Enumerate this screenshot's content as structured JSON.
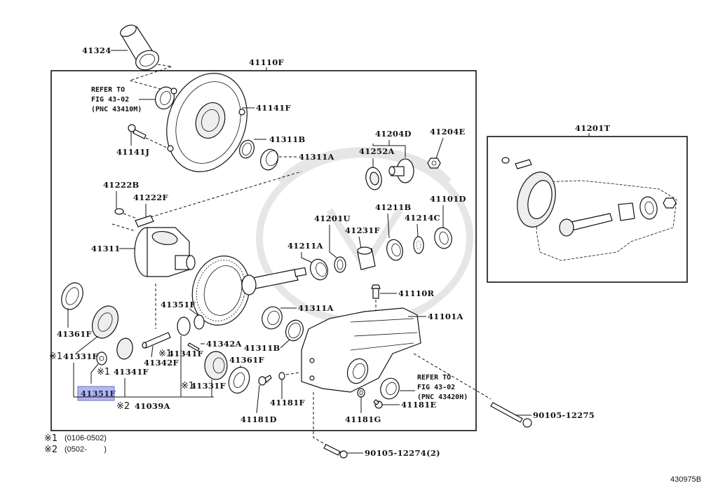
{
  "diagram": {
    "figure_code": "430975B",
    "highlight_color": "#9aa0e0",
    "assemblies": {
      "main_box": "41110F",
      "side_box": "41201T",
      "diff_kit": "41039A"
    },
    "labels": {
      "p41324": "41324",
      "p41141F": "41141F",
      "p41141J": "41141J",
      "p41311B_top": "41311B",
      "p41311A_top": "41311A",
      "p41204D": "41204D",
      "p41204E": "41204E",
      "p41252A": "41252A",
      "p41222B": "41222B",
      "p41222F": "41222F",
      "p41311": "41311",
      "p41201U": "41201U",
      "p41211B": "41211B",
      "p41214C": "41214C",
      "p41101D": "41101D",
      "p41231F": "41231F",
      "p41211A": "41211A",
      "p41351F_mid": "41351F",
      "p41361F_left": "41361F",
      "p41342A": "41342A",
      "p41342F": "41342F",
      "p41331F_left": "41331F",
      "p41341F_left": "41341F",
      "p41341F_mid": "41341F",
      "p41351F_sel": "41351F",
      "p41361F_right": "41361F",
      "p41331F_right": "41331F",
      "p41110R": "41110R",
      "p41311A_low": "41311A",
      "p41101A": "41101A",
      "p41311B_low": "41311B",
      "p41181D": "41181D",
      "p41181F": "41181F",
      "p41181G": "41181G",
      "p41181E": "41181E",
      "p90105_12275": "90105-12275",
      "p90105_12274": "90105-12274(2)"
    },
    "refer_top": {
      "line1": "REFER TO",
      "line2": "FIG 43-02",
      "line3": "(PNC 43410M)"
    },
    "refer_bottom": {
      "line1": "REFER TO",
      "line2": "FIG 43-02",
      "line3": "(PNC 43420H)"
    },
    "marks": {
      "m1": "※1",
      "m2": "※2"
    },
    "footnotes": [
      {
        "mark": "※1",
        "text": "(0106-0502)"
      },
      {
        "mark": "※2",
        "text": "(0502-        )"
      }
    ]
  }
}
